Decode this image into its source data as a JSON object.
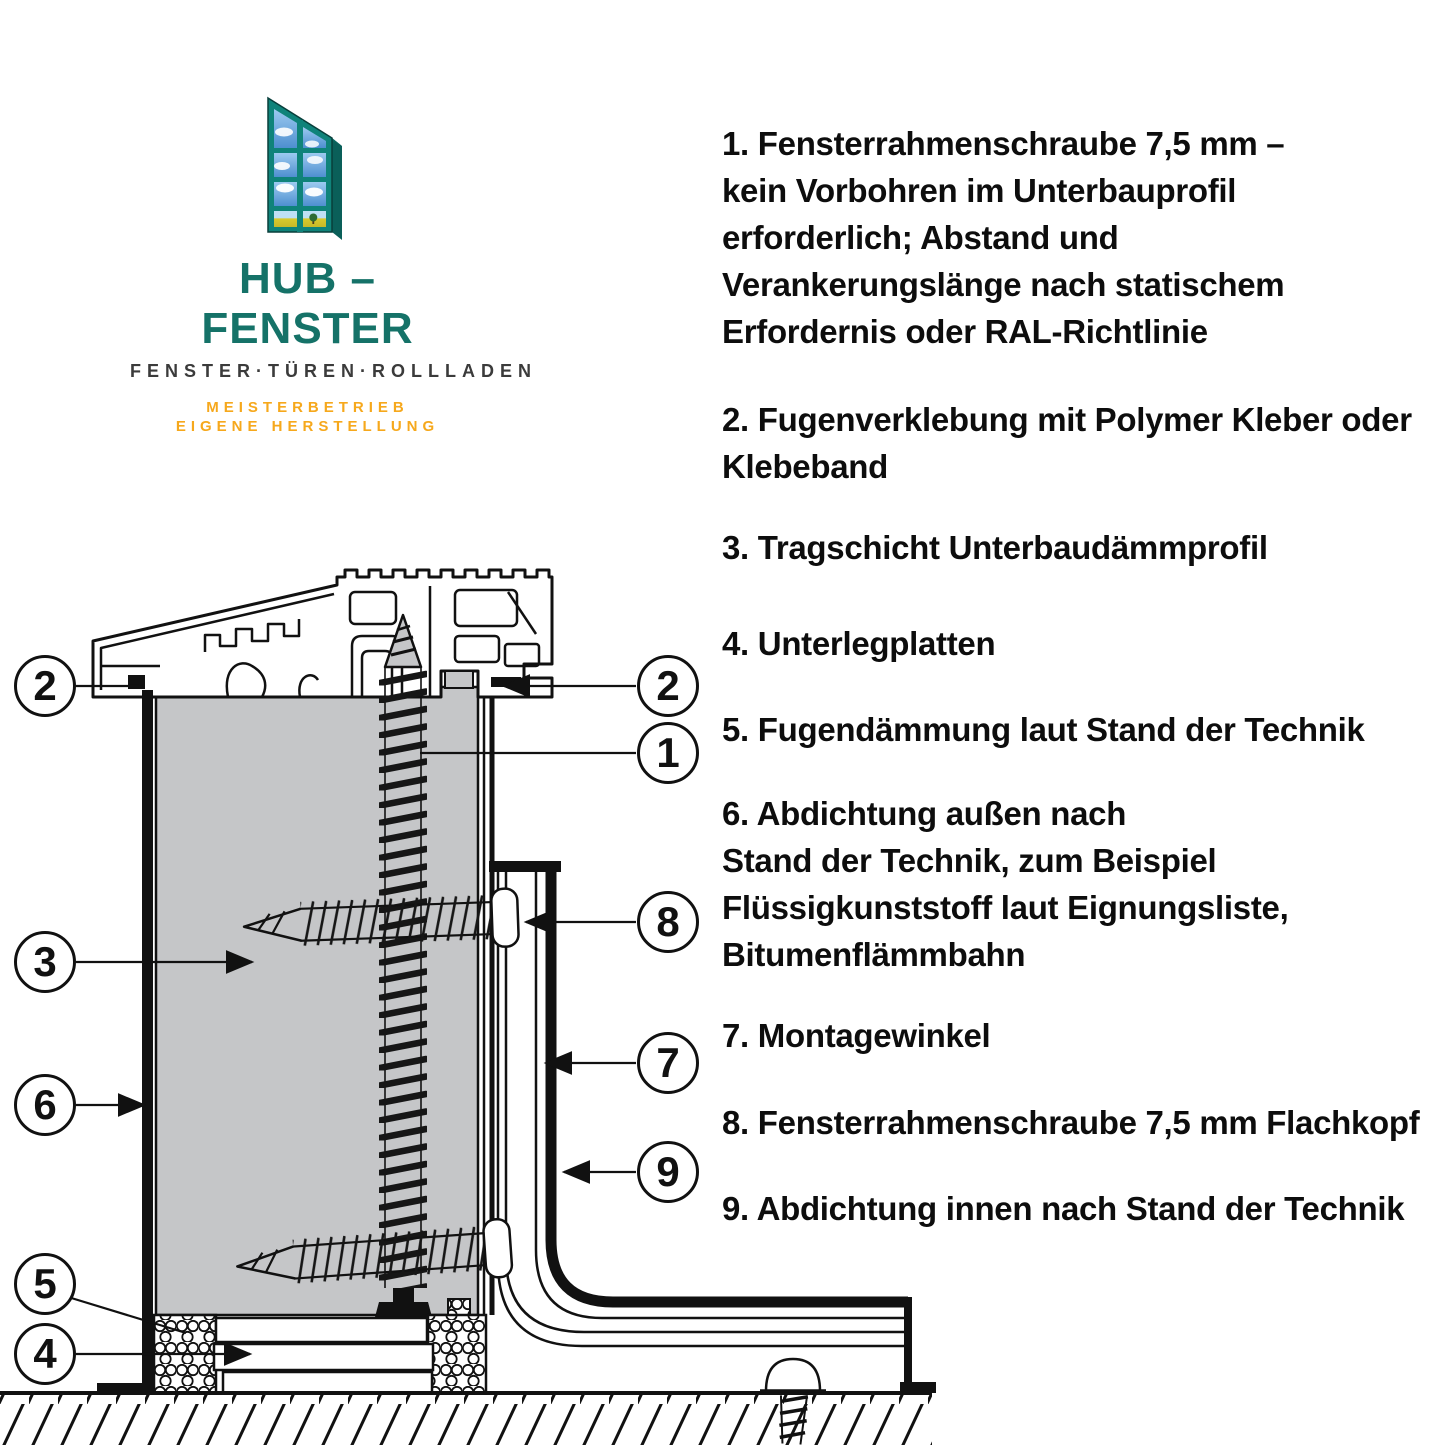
{
  "brand": {
    "name": "HUB – FENSTER",
    "tagline": "FENSTER·TÜREN·ROLLLADEN",
    "badge_line1": "MEISTERBETRIEB",
    "badge_line2": "EIGENE HERSTELLUNG",
    "colors": {
      "teal": "#157268",
      "frame_teal": "#0F837A",
      "text_dark": "#3B3B3B",
      "orange": "#F6A81C"
    }
  },
  "legend": {
    "items": [
      {
        "number": "1",
        "text": "1. Fensterrahmenschraube 7,5 mm –\nkein Vorbohren im Unterbauprofil\nerforderlich; Abstand und\nVerankerungslänge nach statischem\nErfordernis oder RAL-Richtlinie"
      },
      {
        "number": "2",
        "text": "2. Fugenverklebung mit Polymer Kleber oder\nKlebeband"
      },
      {
        "number": "3",
        "text": "3. Tragschicht Unterbaudämmprofil"
      },
      {
        "number": "4",
        "text": "4. Unterlegplatten"
      },
      {
        "number": "5",
        "text": "5. Fugendämmung laut Stand der Technik"
      },
      {
        "number": "6",
        "text": "6. Abdichtung außen nach\nStand der Technik, zum Beispiel\nFlüssigkunststoff laut Eignungsliste,\nBitumenflämmbahn"
      },
      {
        "number": "7",
        "text": "7. Montagewinkel"
      },
      {
        "number": "8",
        "text": "8. Fensterrahmenschraube 7,5 mm Flachkopf"
      },
      {
        "number": "9",
        "text": "9. Abdichtung innen nach Stand der Technik"
      }
    ]
  },
  "callouts": [
    {
      "label": "2",
      "side": "left"
    },
    {
      "label": "3",
      "side": "left"
    },
    {
      "label": "6",
      "side": "left"
    },
    {
      "label": "5",
      "side": "left"
    },
    {
      "label": "4",
      "side": "left"
    },
    {
      "label": "2",
      "side": "right"
    },
    {
      "label": "1",
      "side": "right"
    },
    {
      "label": "8",
      "side": "right"
    },
    {
      "label": "7",
      "side": "right"
    },
    {
      "label": "9",
      "side": "right"
    }
  ],
  "diagram": {
    "components": [
      "window-frame-profile",
      "underlay-insulation-block",
      "vertical-frame-screw",
      "horizontal-frame-screw-upper",
      "horizontal-frame-screw-lower",
      "mounting-bracket",
      "inner-sealing-membrane",
      "outer-sealing-line",
      "joint-foam-left",
      "joint-foam-right",
      "shim-plates",
      "ground-hatch",
      "floor-screw",
      "adhesive-tape-markers"
    ],
    "colors": {
      "insulation_gray": "#C5C6C8",
      "line": "#111111"
    }
  }
}
